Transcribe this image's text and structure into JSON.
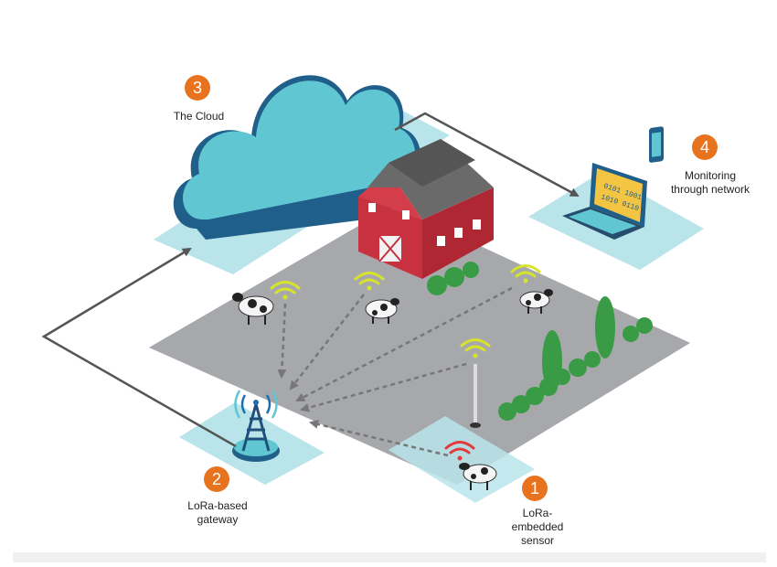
{
  "steps": [
    {
      "num": "1",
      "label_lines": [
        "LoRa-",
        "embedded",
        "sensor"
      ]
    },
    {
      "num": "2",
      "label_lines": [
        "LoRa-based",
        "gateway"
      ]
    },
    {
      "num": "3",
      "label_lines": [
        "The Cloud"
      ]
    },
    {
      "num": "4",
      "label_lines": [
        "Monitoring",
        "through network"
      ]
    }
  ],
  "colors": {
    "badge": "#e8731e",
    "ground": "#a7a8ab",
    "pad": "#b9e4ea",
    "cloud_top": "#5fc6d2",
    "cloud_side": "#1f5f8a",
    "barn_red": "#c8313f",
    "barn_roof": "#6a6a6a",
    "wifi_yellow": "#d7e52a",
    "wifi_red": "#e33b3b",
    "arrow": "#555555",
    "tree": "#3a9b46"
  },
  "icons": [
    "cloud-icon",
    "barn-icon",
    "laptop-icon",
    "phone-icon",
    "gateway-tower-icon",
    "cow-icon",
    "wifi-signal-icon",
    "sensor-pole-icon",
    "tree-icon",
    "bush-icon"
  ]
}
